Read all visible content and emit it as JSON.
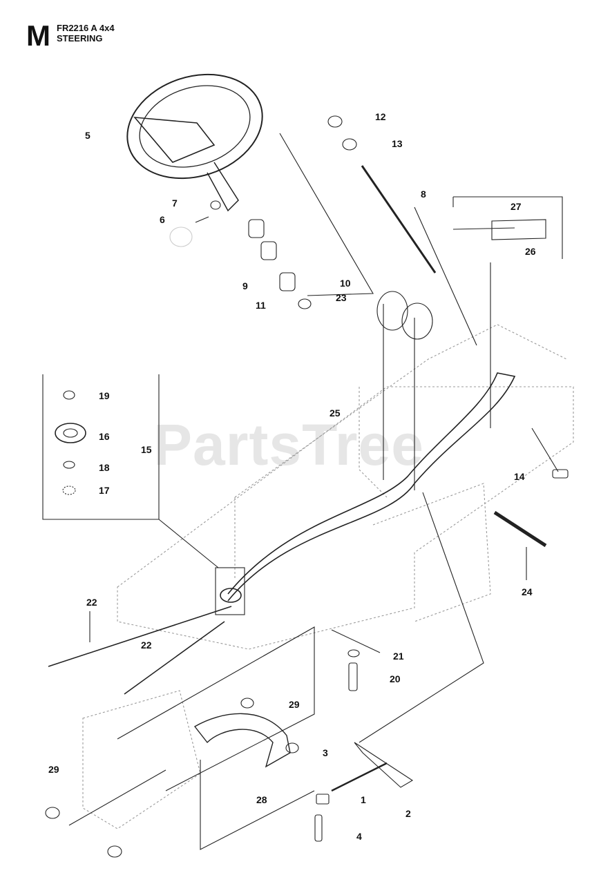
{
  "header": {
    "section_letter": "M",
    "model": "FR2216 A 4x4",
    "title": "STEERING"
  },
  "watermark": "PartsTree",
  "callouts": [
    "5",
    "12",
    "13",
    "8",
    "27",
    "26",
    "7",
    "6",
    "9",
    "10",
    "11",
    "23",
    "19",
    "16",
    "15",
    "18",
    "17",
    "25",
    "14",
    "24",
    "22",
    "22",
    "21",
    "20",
    "29",
    "29",
    "3",
    "1",
    "2",
    "28",
    "4"
  ]
}
